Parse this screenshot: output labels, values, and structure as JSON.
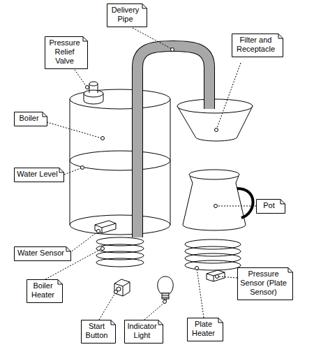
{
  "diagram": {
    "nodes": [
      {
        "text": [
          "Delivery Pipe"
        ]
      },
      {
        "text": [
          "Pressure Relief Valve"
        ]
      },
      {
        "text": [
          "Filter and Receptacle"
        ]
      },
      {
        "text": [
          "Boiler"
        ]
      },
      {
        "text": [
          "Water Level"
        ]
      },
      {
        "text": [
          "Pot"
        ]
      },
      {
        "text": [
          "Water Sensor"
        ]
      },
      {
        "text": [
          "Boiler Heater"
        ]
      },
      {
        "text": [
          "Pressure Sensor (Plate Sensor)"
        ]
      },
      {
        "text": [
          "Start Button"
        ]
      },
      {
        "text": [
          "Indicator Light"
        ]
      },
      {
        "text": [
          "Plate Heater"
        ]
      }
    ]
  }
}
